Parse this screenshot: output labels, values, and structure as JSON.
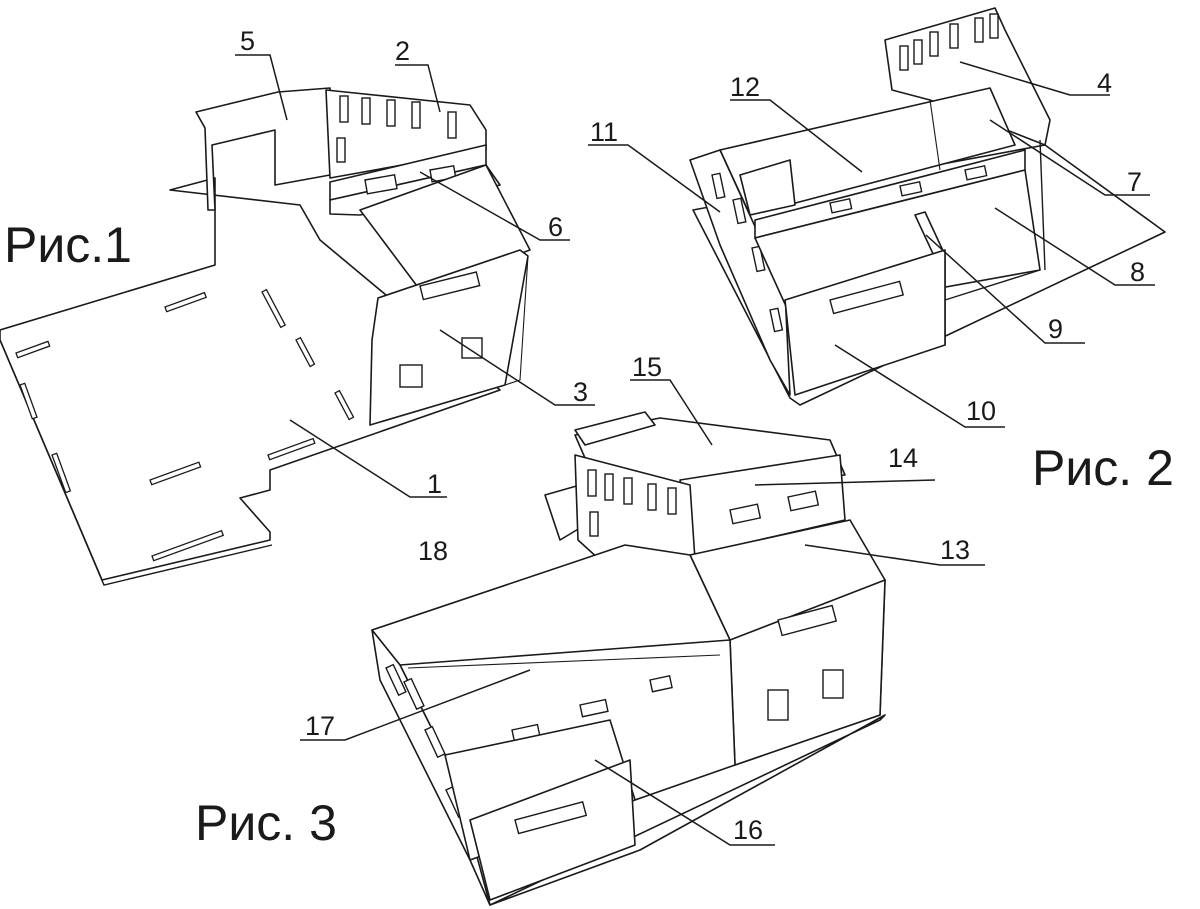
{
  "figures": {
    "fig1": "Рис.1",
    "fig2": "Рис. 2",
    "fig3": "Рис. 3"
  },
  "callouts": {
    "c1": "1",
    "c2": "2",
    "c3": "3",
    "c4": "4",
    "c5": "5",
    "c6": "6",
    "c7": "7",
    "c8": "8",
    "c9": "9",
    "c10": "10",
    "c11": "11",
    "c12": "12",
    "c13": "13",
    "c14": "14",
    "c15": "15",
    "c16": "16",
    "c17": "17",
    "c18": "18"
  }
}
